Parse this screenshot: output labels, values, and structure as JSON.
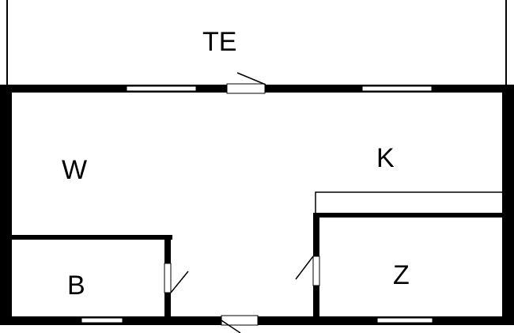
{
  "rooms": {
    "terrace": {
      "label": "TE"
    },
    "living": {
      "label": "W"
    },
    "kitchen": {
      "label": "K"
    },
    "bathroom": {
      "label": "B"
    },
    "bedroom": {
      "label": "Z"
    }
  },
  "colors": {
    "wall": "#000000",
    "background": "#ffffff",
    "window": "#ffffff",
    "thin_line": "#000000"
  }
}
